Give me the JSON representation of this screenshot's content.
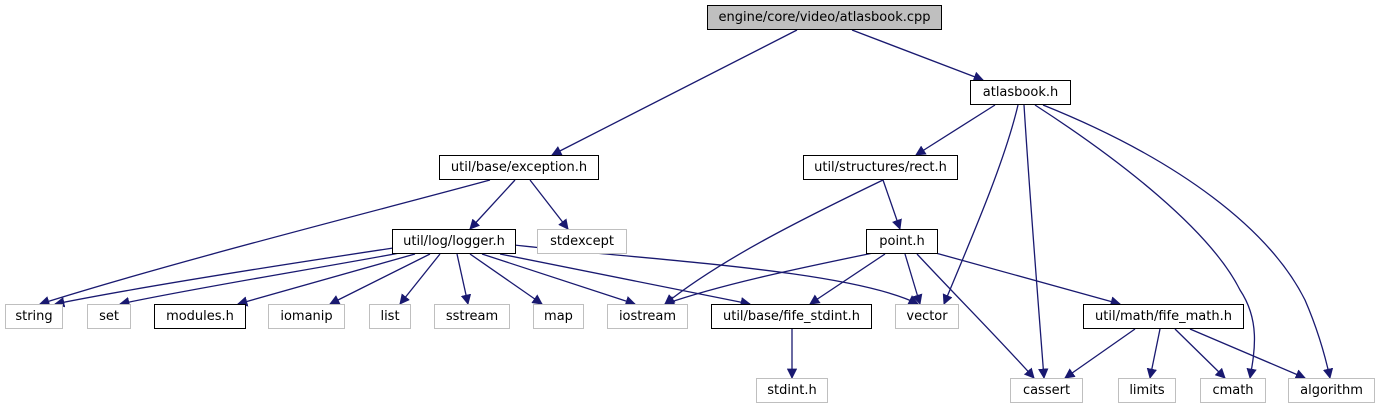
{
  "graph": {
    "edge_color": "#191970",
    "nodes": {
      "root": "engine/core/video/atlasbook.cpp",
      "atlasbook_h": "atlasbook.h",
      "exception_h": "util/base/exception.h",
      "rect_h": "util/structures/rect.h",
      "logger_h": "util/log/logger.h",
      "stdexcept": "stdexcept",
      "point_h": "point.h",
      "string": "string",
      "set": "set",
      "modules_h": "modules.h",
      "iomanip": "iomanip",
      "list": "list",
      "sstream": "sstream",
      "map": "map",
      "iostream": "iostream",
      "fife_stdint_h": "util/base/fife_stdint.h",
      "vector": "vector",
      "fife_math_h": "util/math/fife_math.h",
      "stdint_h": "stdint.h",
      "cassert": "cassert",
      "limits": "limits",
      "cmath": "cmath",
      "algorithm": "algorithm"
    }
  }
}
